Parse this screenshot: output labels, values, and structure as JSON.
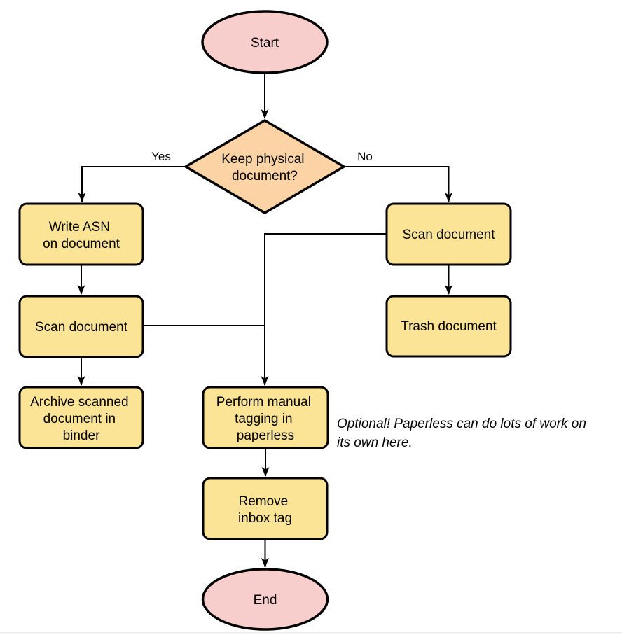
{
  "colors": {
    "terminal_fill": "#f8cecc",
    "decision_fill": "#fbd3a4",
    "process_fill": "#fce496",
    "stroke": "#000000",
    "bottom_rule": "#ececec"
  },
  "nodes": {
    "start": {
      "label": "Start"
    },
    "decision": {
      "label": "Keep physical document?",
      "lines": [
        "Keep physical",
        "document?"
      ]
    },
    "write_asn": {
      "label": "Write ASN on document",
      "lines": [
        "Write ASN",
        "on document"
      ]
    },
    "scan_left": {
      "label": "Scan document"
    },
    "archive": {
      "label": "Archive scanned document in binder",
      "lines": [
        "Archive scanned",
        "document in",
        "binder"
      ]
    },
    "scan_right": {
      "label": "Scan document"
    },
    "trash": {
      "label": "Trash document"
    },
    "tagging": {
      "label": "Perform manual tagging in paperless",
      "lines": [
        "Perform manual",
        "tagging in",
        "paperless"
      ]
    },
    "remove_inbox": {
      "label": "Remove inbox tag",
      "lines": [
        "Remove",
        "inbox tag"
      ]
    },
    "end": {
      "label": "End"
    }
  },
  "edges": {
    "yes_label": "Yes",
    "no_label": "No"
  },
  "annotation": {
    "text": "Optional! Paperless can do lots of work on its own here.",
    "lines": [
      "Optional! Paperless can do lots of work on",
      "its own here."
    ]
  }
}
